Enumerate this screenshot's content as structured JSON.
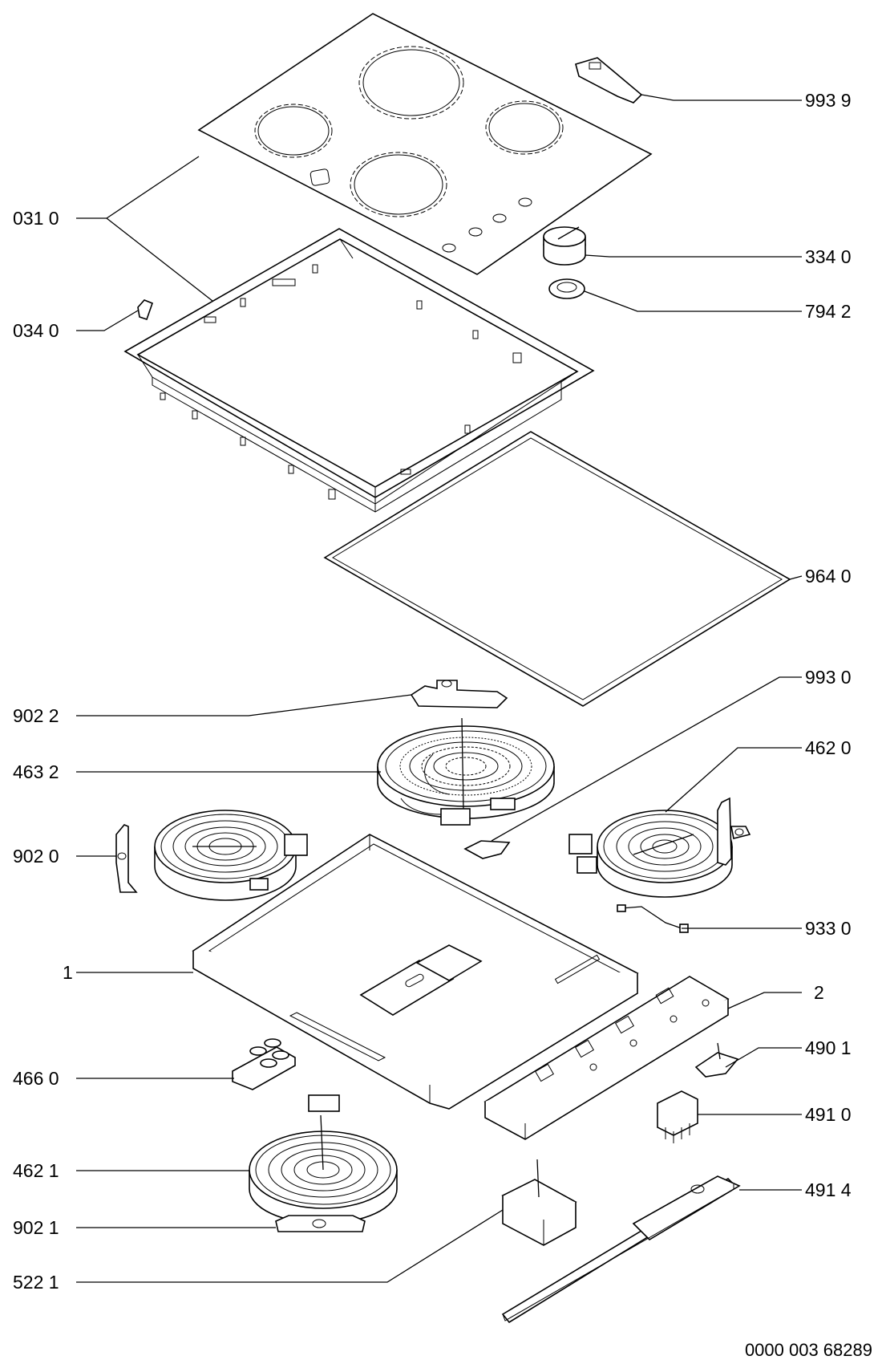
{
  "labels": {
    "p9939": "993 9",
    "p0310": "031 0",
    "p3340": "334 0",
    "p0340": "034 0",
    "p7942": "794 2",
    "p9640": "964 0",
    "p9930": "993 0",
    "p9022": "902 2",
    "p4620": "462 0",
    "p4632": "463 2",
    "p9020": "902 0",
    "p9330": "933 0",
    "p1": "1",
    "p2": "2",
    "p4901": "490 1",
    "p4660": "466 0",
    "p4910": "491 0",
    "p4621": "462 1",
    "p4914": "491 4",
    "p9021": "902 1",
    "p5221": "522 1"
  },
  "document_number": "0000 003 68289"
}
